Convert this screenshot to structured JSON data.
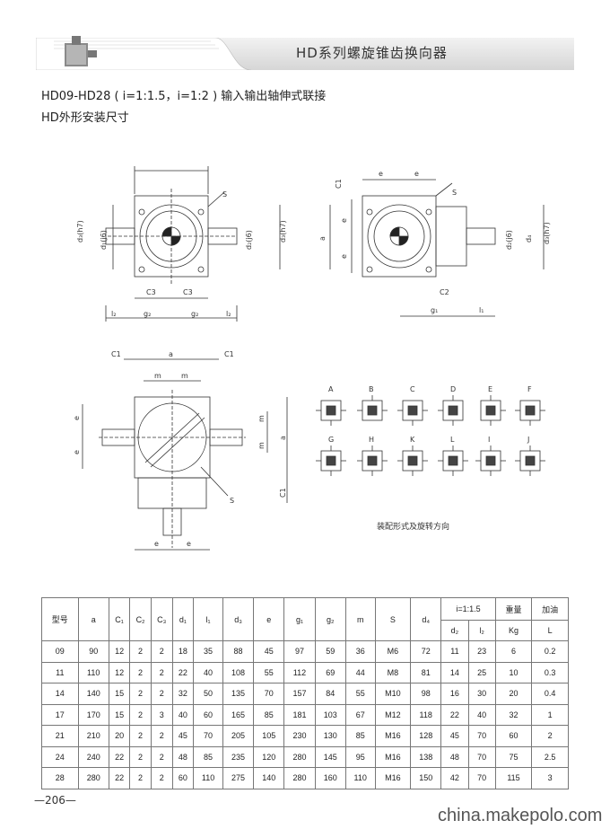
{
  "header": {
    "title": "HD系列螺旋锥齿换向器"
  },
  "subtitle": {
    "line1": "HD09-HD28 ( i=1:1.5，i=1:2 ) 输入输出轴伸式联接",
    "line2": "HD外形安装尺寸"
  },
  "drawing_labels": {
    "S": "S",
    "d3": "d₃(h7)",
    "d1": "d₁(j6)",
    "d2": "d₂(j6)",
    "d4": "d₄",
    "c3": "C3",
    "l2": "l₂",
    "g2": "g₂",
    "e": "e",
    "a": "a",
    "c1": "C1",
    "c2": "C2",
    "g1": "g₁",
    "l1": "l₁",
    "m": "m"
  },
  "mounting_labels": [
    "A",
    "B",
    "C",
    "D",
    "E",
    "F",
    "G",
    "H",
    "K",
    "L",
    "I",
    "J"
  ],
  "mounting_caption": "装配形式及旋转方向",
  "table": {
    "headers": [
      "型号",
      "a",
      "C₁",
      "C₂",
      "C₃",
      "d₁",
      "l₁",
      "d₃",
      "e",
      "g₁",
      "g₂",
      "m",
      "S",
      "d₄"
    ],
    "ratio_header": "i=1:1.5",
    "sub_headers": [
      "d₂",
      "l₂"
    ],
    "weight_header": "重量",
    "weight_unit": "Kg",
    "oil_header": "加油",
    "oil_unit": "L",
    "rows": [
      [
        "09",
        "90",
        "12",
        "2",
        "2",
        "18",
        "35",
        "88",
        "45",
        "97",
        "59",
        "36",
        "M6",
        "72",
        "11",
        "23",
        "6",
        "0.2"
      ],
      [
        "11",
        "110",
        "12",
        "2",
        "2",
        "22",
        "40",
        "108",
        "55",
        "112",
        "69",
        "44",
        "M8",
        "81",
        "14",
        "25",
        "10",
        "0.3"
      ],
      [
        "14",
        "140",
        "15",
        "2",
        "2",
        "32",
        "50",
        "135",
        "70",
        "157",
        "84",
        "55",
        "M10",
        "98",
        "16",
        "30",
        "20",
        "0.4"
      ],
      [
        "17",
        "170",
        "15",
        "2",
        "3",
        "40",
        "60",
        "165",
        "85",
        "181",
        "103",
        "67",
        "M12",
        "118",
        "22",
        "40",
        "32",
        "1"
      ],
      [
        "21",
        "210",
        "20",
        "2",
        "2",
        "45",
        "70",
        "205",
        "105",
        "230",
        "130",
        "85",
        "M16",
        "128",
        "45",
        "70",
        "60",
        "2"
      ],
      [
        "24",
        "240",
        "22",
        "2",
        "2",
        "48",
        "85",
        "235",
        "120",
        "280",
        "145",
        "95",
        "M16",
        "138",
        "48",
        "70",
        "75",
        "2.5"
      ],
      [
        "28",
        "280",
        "22",
        "2",
        "2",
        "60",
        "110",
        "275",
        "140",
        "280",
        "160",
        "110",
        "M16",
        "150",
        "42",
        "70",
        "115",
        "3"
      ]
    ]
  },
  "page_number": "—206—",
  "watermark": "china.makepolo.com"
}
